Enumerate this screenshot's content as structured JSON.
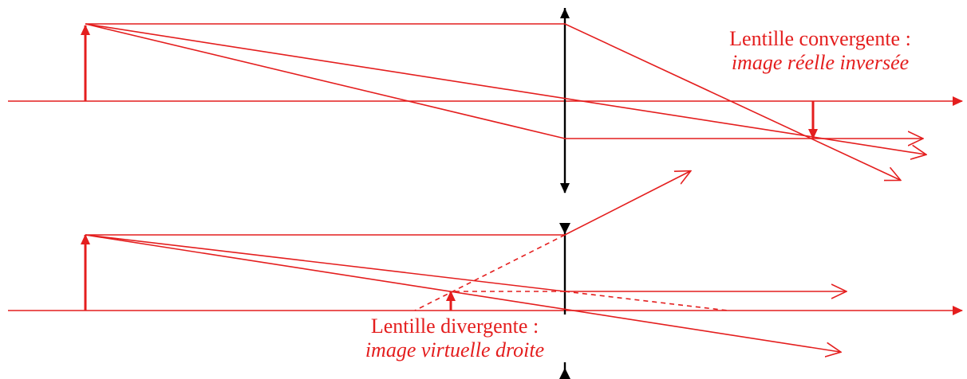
{
  "diagram": {
    "colors": {
      "rays": "#e41e1e",
      "lens": "#000000",
      "text": "#e41e1e",
      "background": "#ffffff"
    },
    "converging": {
      "title": "Lentille convergente :",
      "subtitle": "image réelle inversée"
    },
    "diverging": {
      "title": "Lentille divergente :",
      "subtitle": "image virtuelle droite"
    }
  }
}
